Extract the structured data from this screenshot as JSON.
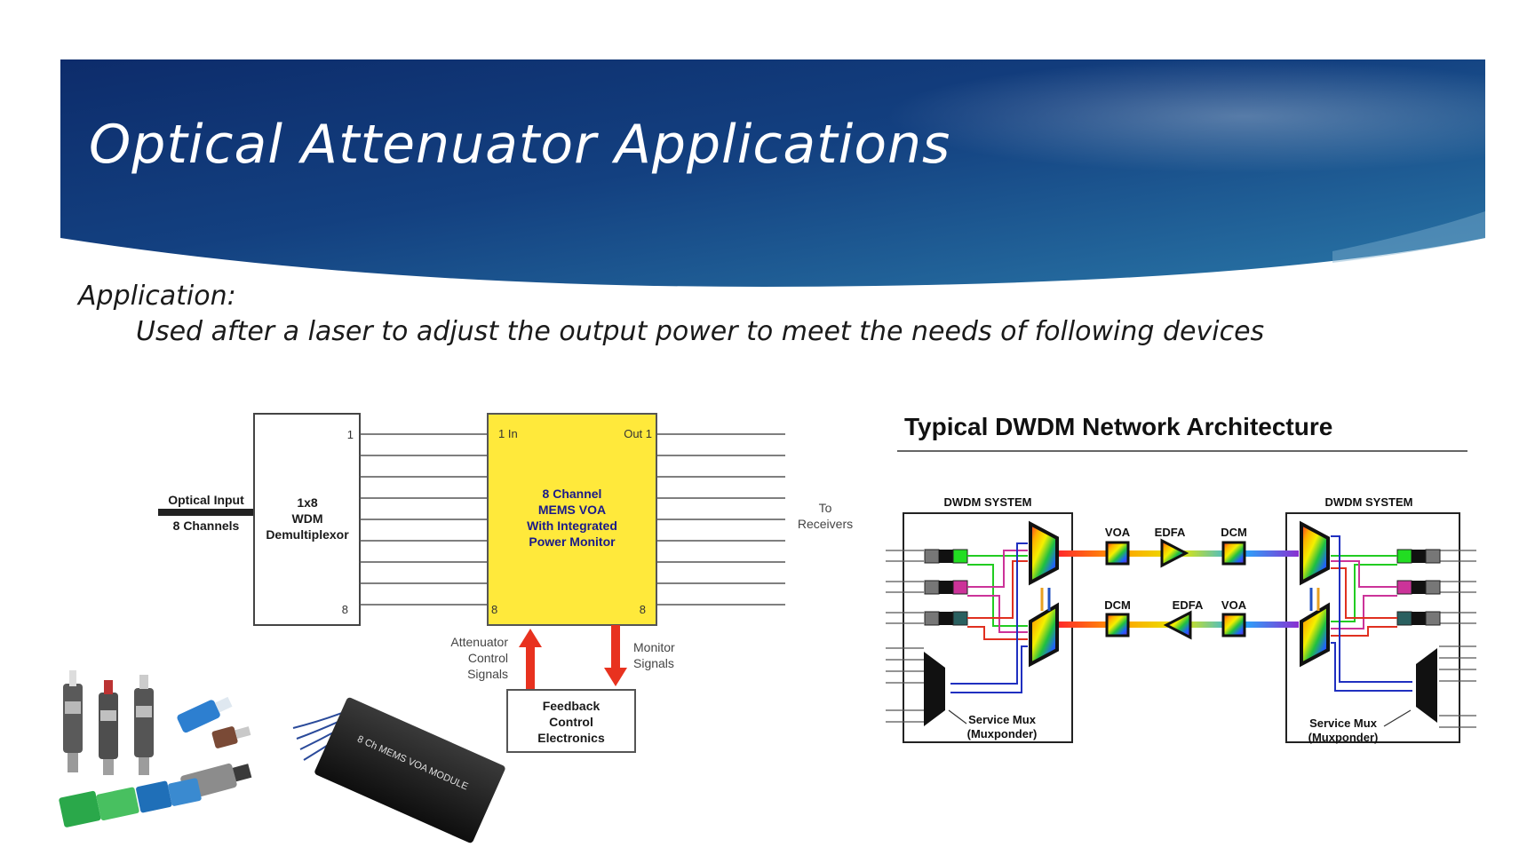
{
  "slide": {
    "title": "Optical Attenuator Applications",
    "application_label": "Application:",
    "application_text": "Used after a laser to adjust the output power to meet the needs of following devices"
  },
  "voa_diagram": {
    "input_label_1": "Optical Input",
    "input_label_2": "8 Channels",
    "demux_lines": [
      "1x8",
      "WDM",
      "Demultiplexor"
    ],
    "demux_port_top": "1",
    "demux_port_bottom": "8",
    "voa_port_in": "1 In",
    "voa_port_out": "Out 1",
    "voa_port_8_left": "8",
    "voa_port_8_right": "8",
    "voa_lines": [
      "8 Channel",
      "MEMS VOA",
      "With Integrated",
      "Power Monitor"
    ],
    "receivers_lines": [
      "To",
      "Receivers"
    ],
    "attenuator_lines": [
      "Attenuator",
      "Control",
      "Signals"
    ],
    "monitor_lines": [
      "Monitor",
      "Signals"
    ],
    "feedback_lines": [
      "Feedback",
      "Control",
      "Electronics"
    ],
    "module_label": "8 Ch MEMS VOA MODULE"
  },
  "dwdm": {
    "title": "Typical DWDM Network Architecture",
    "system_left": "DWDM SYSTEM",
    "system_right": "DWDM SYSTEM",
    "top_voa": "VOA",
    "top_edfa": "EDFA",
    "top_dcm": "DCM",
    "bottom_dcm": "DCM",
    "bottom_edfa": "EDFA",
    "bottom_voa": "VOA",
    "mux_left_1": "Service Mux",
    "mux_left_2": "(Muxponder)",
    "mux_right_1": "Service Mux",
    "mux_right_2": "(Muxponder)"
  },
  "colors": {
    "banner_dark": "#0d2c6b",
    "banner_light": "#2a78a8",
    "voa_box": "#ffe93b",
    "arrow_red": "#e8321f"
  }
}
